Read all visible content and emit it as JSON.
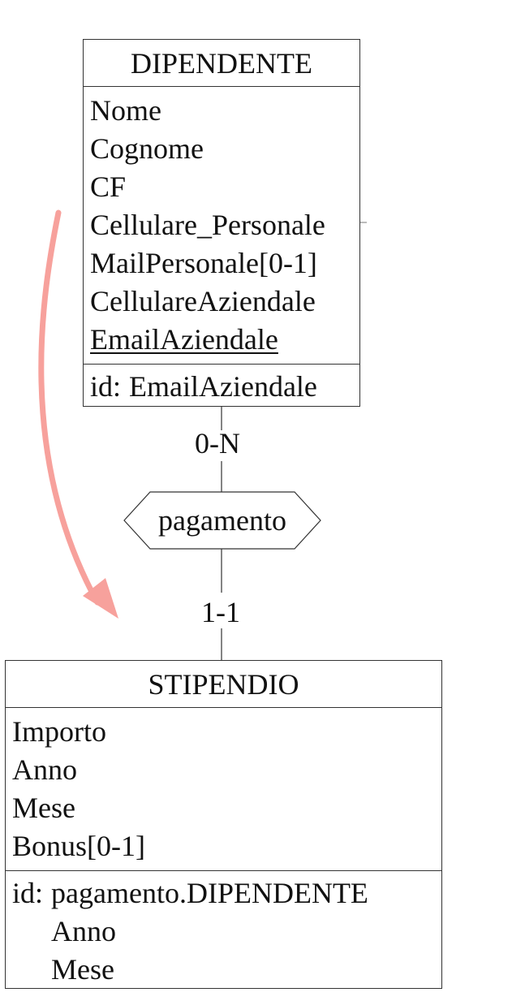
{
  "entities": {
    "dipendente": {
      "name": "DIPENDENTE",
      "attributes": [
        "Nome",
        "Cognome",
        "CF",
        "Cellulare_Personale",
        "MailPersonale[0-1]",
        "CellulareAziendale",
        "EmailAziendale"
      ],
      "identifier_label": "id:",
      "identifier": [
        "EmailAziendale"
      ]
    },
    "stipendio": {
      "name": "STIPENDIO",
      "attributes": [
        "Importo",
        "Anno",
        "Mese",
        "Bonus[0-1]"
      ],
      "identifier_label": "id:",
      "identifier": [
        "pagamento.DIPENDENTE",
        "Anno",
        "Mese"
      ]
    }
  },
  "relationship": {
    "name": "pagamento",
    "cardinality_dipendente": "0-N",
    "cardinality_stipendio": "1-1"
  },
  "colors": {
    "lines": "#333333",
    "arrow": "#f7a19c",
    "text": "#111111"
  },
  "icons": {
    "arrow": "curved-arrow-icon"
  }
}
